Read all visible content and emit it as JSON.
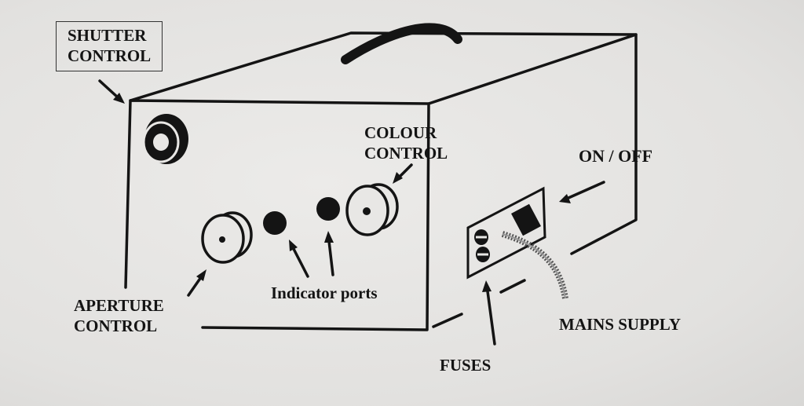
{
  "labels": {
    "shutter_control": [
      "SHUTTER",
      "CONTROL"
    ],
    "colour_control": [
      "COLOUR",
      "CONTROL"
    ],
    "on_off": "ON / OFF",
    "aperture_control": [
      "APERTURE",
      "CONTROL"
    ],
    "indicator_ports": "Indicator ports",
    "mains_supply": "MAINS SUPPLY",
    "fuses": "FUSES"
  },
  "colors": {
    "ink": "#141414",
    "paper": "#e4e3e1"
  }
}
